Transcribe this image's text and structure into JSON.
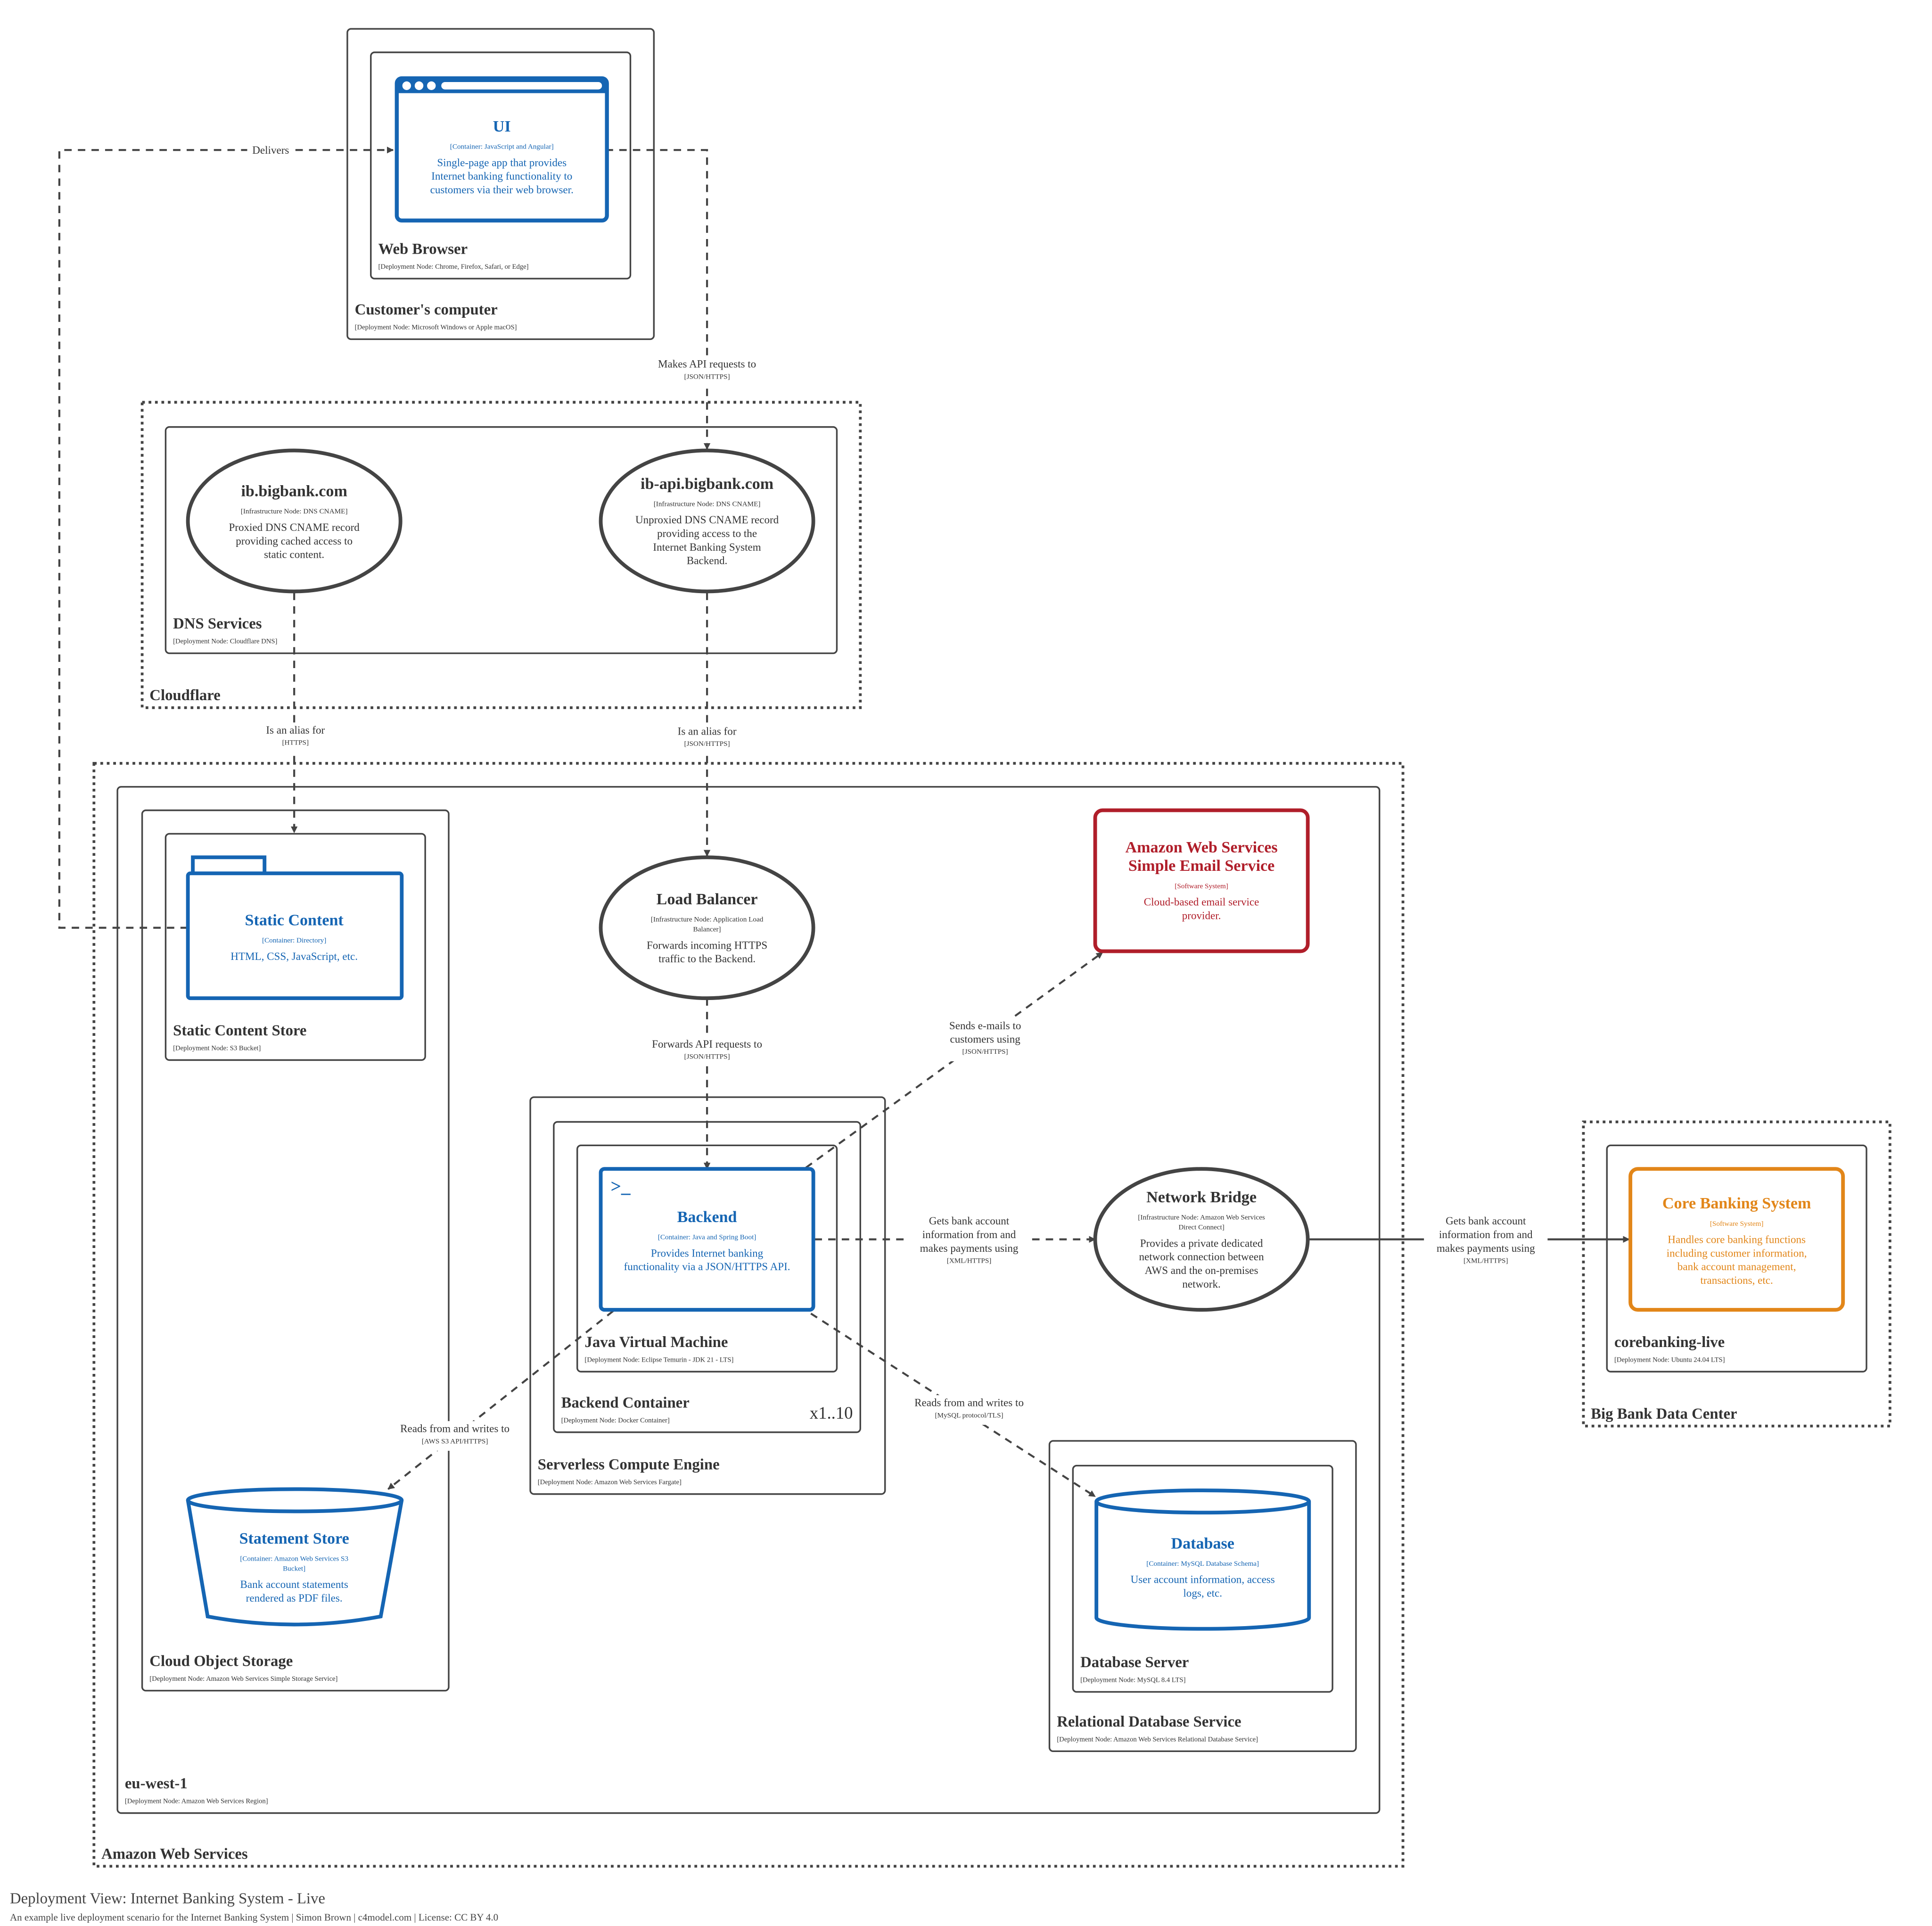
{
  "colors": {
    "node_border": "#444444",
    "text_dark": "#333333",
    "container_blue": "#1565b3",
    "aws_red": "#b01e2a",
    "core_orange": "#e28619",
    "edge": "#444444",
    "background": "#ffffff"
  },
  "groups": {
    "customers_computer": {
      "title": "Customer's computer",
      "tech": "[Deployment Node: Microsoft Windows or Apple macOS]"
    },
    "web_browser": {
      "title": "Web Browser",
      "tech": "[Deployment Node: Chrome, Firefox, Safari, or Edge]"
    },
    "cloudflare": {
      "title": "Cloudflare"
    },
    "dns_services": {
      "title": "DNS Services",
      "tech": "[Deployment Node: Cloudflare DNS]"
    },
    "aws": {
      "title": "Amazon Web Services"
    },
    "eu_west_1": {
      "title": "eu-west-1",
      "tech": "[Deployment Node: Amazon Web Services Region]"
    },
    "cloud_object_storage": {
      "title": "Cloud Object Storage",
      "tech": "[Deployment Node: Amazon Web Services Simple Storage Service]"
    },
    "static_content_store": {
      "title": "Static Content Store",
      "tech": "[Deployment Node: S3 Bucket]"
    },
    "serverless_compute": {
      "title": "Serverless Compute Engine",
      "tech": "[Deployment Node: Amazon Web Services Fargate]"
    },
    "backend_container": {
      "title": "Backend Container",
      "tech": "[Deployment Node: Docker Container]",
      "instances": "x1..10"
    },
    "jvm": {
      "title": "Java Virtual Machine",
      "tech": "[Deployment Node: Eclipse Temurin - JDK 21 - LTS]"
    },
    "rds": {
      "title": "Relational Database Service",
      "tech": "[Deployment Node: Amazon Web Services Relational Database Service]"
    },
    "db_server": {
      "title": "Database Server",
      "tech": "[Deployment Node: MySQL 8.4 LTS]"
    },
    "big_bank_dc": {
      "title": "Big Bank Data Center"
    },
    "corebanking_live": {
      "title": "corebanking-live",
      "tech": "[Deployment Node: Ubuntu 24.04 LTS]"
    }
  },
  "nodes": {
    "ui": {
      "name": "UI",
      "tech": "[Container: JavaScript and Angular]",
      "desc": [
        "Single-page app that provides",
        "Internet banking functionality to",
        "customers via their web browser."
      ],
      "icon": "browser-window-icon"
    },
    "ib_bigbank": {
      "name": "ib.bigbank.com",
      "tech": "[Infrastructure Node: DNS CNAME]",
      "desc": [
        "Proxied DNS CNAME record",
        "providing cached access to",
        "static content."
      ]
    },
    "ib_api_bigbank": {
      "name": "ib-api.bigbank.com",
      "tech": "[Infrastructure Node: DNS CNAME]",
      "desc": [
        "Unproxied DNS CNAME record",
        "providing access to the",
        "Internet Banking System",
        "Backend."
      ]
    },
    "static_content": {
      "name": "Static Content",
      "tech": "[Container: Directory]",
      "desc": [
        "HTML, CSS, JavaScript, etc."
      ],
      "icon": "folder-icon"
    },
    "load_balancer": {
      "name": "Load Balancer",
      "tech": [
        "[Infrastructure Node: Application Load",
        "Balancer]"
      ],
      "desc": [
        "Forwards incoming HTTPS",
        "traffic to the Backend."
      ]
    },
    "aws_ses": {
      "name": [
        "Amazon Web Services",
        "Simple Email Service"
      ],
      "tech": "[Software System]",
      "desc": [
        "Cloud-based email service",
        "provider."
      ]
    },
    "backend": {
      "name": "Backend",
      "tech": "[Container: Java and Spring Boot]",
      "desc": [
        "Provides Internet banking",
        "functionality via a JSON/HTTPS API."
      ],
      "icon": ">_"
    },
    "network_bridge": {
      "name": "Network Bridge",
      "tech": [
        "[Infrastructure Node: Amazon Web Services",
        "Direct Connect]"
      ],
      "desc": [
        "Provides a private dedicated",
        "network connection between",
        "AWS and the on-premises",
        "network."
      ]
    },
    "core_banking": {
      "name": "Core Banking System",
      "tech": "[Software System]",
      "desc": [
        "Handles core banking functions",
        "including customer information,",
        "bank account management,",
        "transactions, etc."
      ]
    },
    "statement_store": {
      "name": "Statement Store",
      "tech": [
        "[Container: Amazon Web Services S3",
        "Bucket]"
      ],
      "desc": [
        "Bank account statements",
        "rendered as PDF files."
      ]
    },
    "database": {
      "name": "Database",
      "tech": "[Container: MySQL Database Schema]",
      "desc": [
        "User account information, access",
        "logs, etc."
      ]
    }
  },
  "edges": {
    "delivers": {
      "label": [
        "Delivers"
      ],
      "tech": ""
    },
    "api_requests": {
      "label": [
        "Makes API requests to"
      ],
      "tech": "[JSON/HTTPS]"
    },
    "alias_static": {
      "label": [
        "Is an alias for"
      ],
      "tech": "[HTTPS]"
    },
    "alias_api": {
      "label": [
        "Is an alias for"
      ],
      "tech": "[JSON/HTTPS]"
    },
    "forwards_api": {
      "label": [
        "Forwards API requests to"
      ],
      "tech": "[JSON/HTTPS]"
    },
    "sends_emails": {
      "label": [
        "Sends e-mails to",
        "customers using"
      ],
      "tech": "[JSON/HTTPS]"
    },
    "gets_bank_backend": {
      "label": [
        "Gets bank account",
        "information from and",
        "makes payments using"
      ],
      "tech": "[XML/HTTPS]"
    },
    "gets_bank_bridge": {
      "label": [
        "Gets bank account",
        "information from and",
        "makes payments using"
      ],
      "tech": "[XML/HTTPS]"
    },
    "reads_s3": {
      "label": [
        "Reads from and writes to"
      ],
      "tech": "[AWS S3 API/HTTPS]"
    },
    "reads_mysql": {
      "label": [
        "Reads from and writes to"
      ],
      "tech": "[MySQL protocol/TLS]"
    }
  },
  "footer": {
    "title": "Deployment View: Internet Banking System - Live",
    "subtitle": "An example live deployment scenario for the Internet Banking System | Simon Brown | c4model.com | License: CC BY 4.0"
  }
}
